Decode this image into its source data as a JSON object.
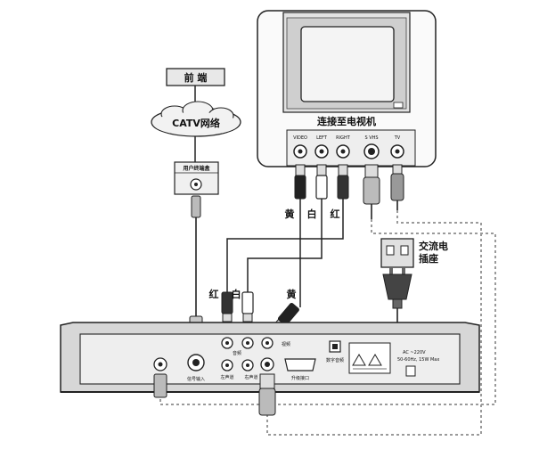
{
  "headend": {
    "label": "前 端"
  },
  "catv": {
    "label": "CATV网络"
  },
  "wall_outlet": {
    "label": "用户终端盒"
  },
  "tv": {
    "title": "连接至电视机",
    "jacks": [
      "VIDEO",
      "LEFT",
      "RIGHT",
      "S  VHS",
      "TV"
    ]
  },
  "cable_colors": {
    "top": [
      "黄",
      "白",
      "红"
    ],
    "bottom": [
      "红",
      "白",
      "黄"
    ]
  },
  "ac_outlet": {
    "line1": "交流电",
    "line2": "插座"
  },
  "receiver": {
    "rf_label": "信号输入",
    "audio_label": "音频",
    "left_label": "左声道",
    "right_label": "右声道",
    "video_label": "视频",
    "digital_label": "数字音频",
    "serial_label": "升级接口",
    "power_spec_1": "AC ~220V",
    "power_spec_2": "50-60Hz, 15W Max"
  },
  "colors": {
    "line": "#222222",
    "dashed": "#9a9a9a",
    "panel": "#eeeeee",
    "box": "#d7d7d7"
  }
}
